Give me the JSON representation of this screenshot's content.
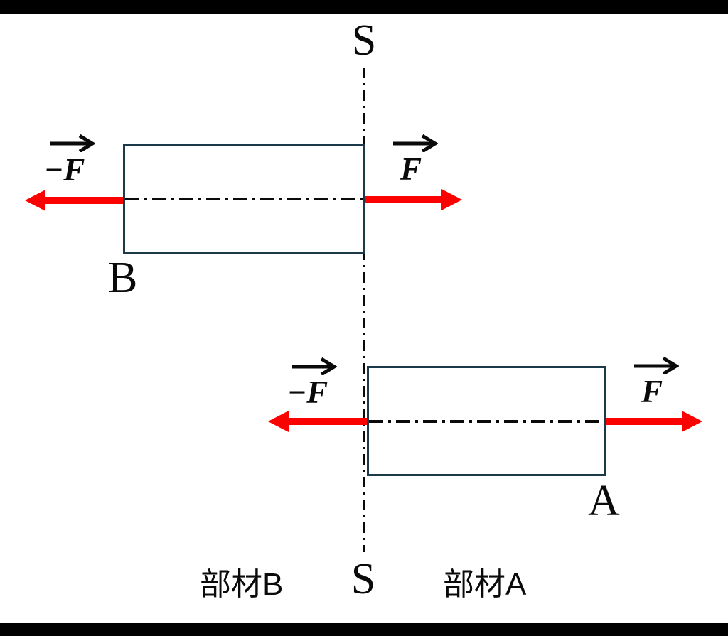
{
  "colors": {
    "force_arrow": "#fb0200",
    "member_outline": "#1c3a4a",
    "line": "#0a0a0a",
    "letterbox": "#000000",
    "background": "#ffffff"
  },
  "section": {
    "label_top": "S",
    "label_bottom": "S"
  },
  "member_b": {
    "name_label": "B",
    "caption": "部材B",
    "force_left": {
      "label": "−F",
      "direction": "left"
    },
    "force_right": {
      "label": "F",
      "direction": "right"
    }
  },
  "member_a": {
    "name_label": "A",
    "caption": "部材A",
    "force_left": {
      "label": "−F",
      "direction": "left"
    },
    "force_right": {
      "label": "F",
      "direction": "right"
    }
  }
}
